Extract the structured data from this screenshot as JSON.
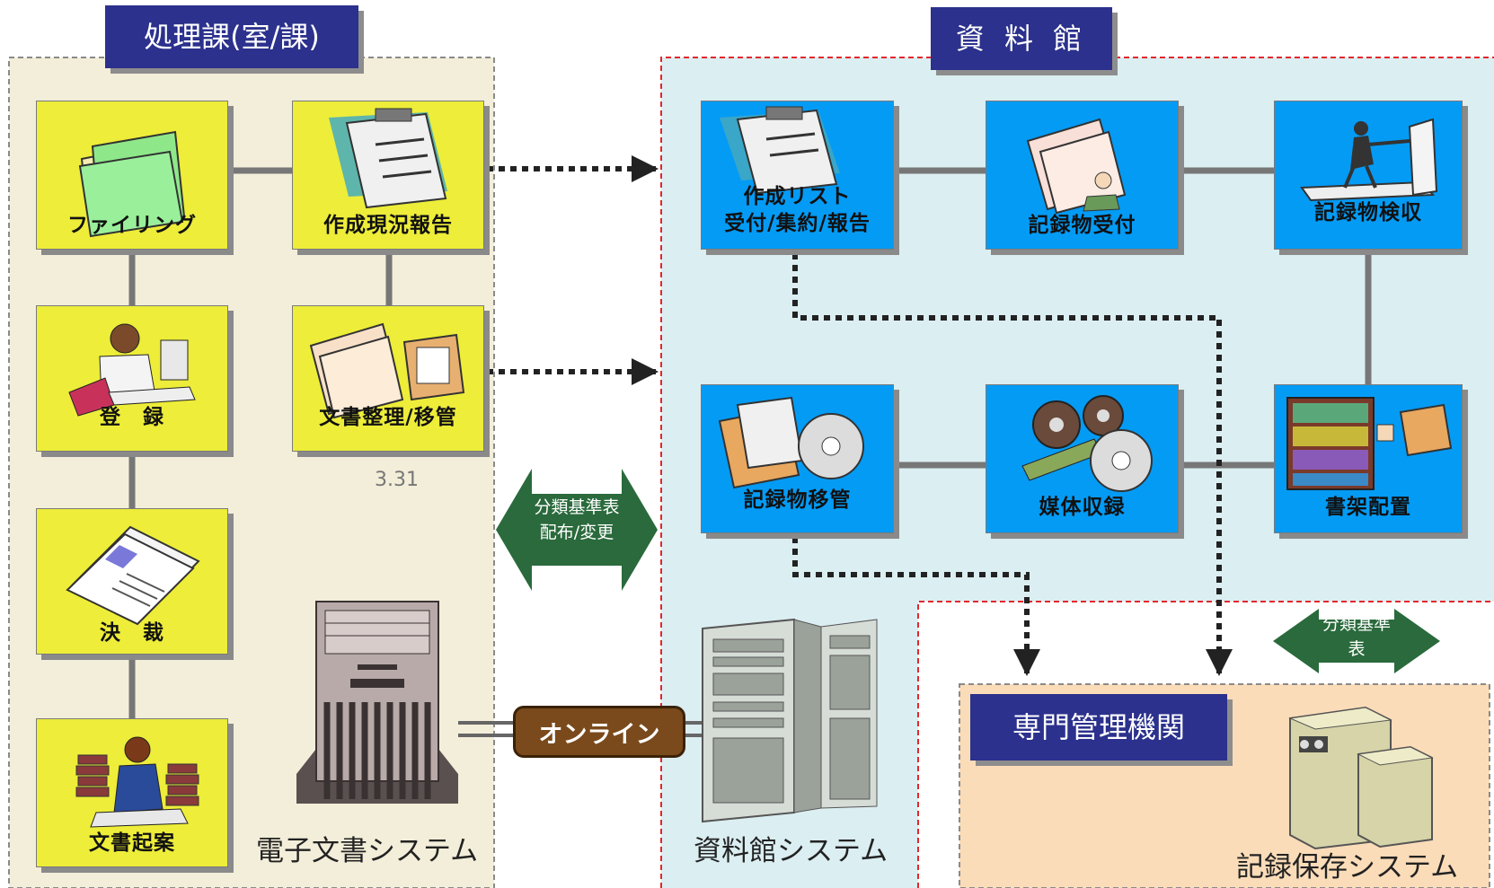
{
  "sections": {
    "shori": "処理課(室/課)",
    "shiryokan": "資 料 館",
    "senmon": "専門管理機関"
  },
  "process_boxes": [
    {
      "label": "ファイリング",
      "icon": "folder-icon"
    },
    {
      "label": "作成現況報告",
      "icon": "clipboard-icon"
    },
    {
      "label": "登　録",
      "icon": "office-worker-icon"
    },
    {
      "label": "文書整理/移管",
      "icon": "document-bundle-icon"
    },
    {
      "label": "決　裁",
      "icon": "newspaper-icon"
    },
    {
      "label": "文書起案",
      "icon": "writing-person-icon"
    }
  ],
  "archive_boxes": [
    {
      "label": "作成リスト\n受付/集約/報告",
      "icon": "clipboard-icon"
    },
    {
      "label": "記録物受付",
      "icon": "papers-icon"
    },
    {
      "label": "記録物検収",
      "icon": "book-climber-icon"
    },
    {
      "label": "記録物移管",
      "icon": "clipboard-disc-icon"
    },
    {
      "label": "媒体収録",
      "icon": "film-reel-disc-icon"
    },
    {
      "label": "書架配置",
      "icon": "bookshelf-icon"
    }
  ],
  "date_note": "3.31",
  "exchange_arrows": [
    {
      "text": "分類基準表\n配布/変更"
    },
    {
      "text": "分類基準表\n配布/変更"
    }
  ],
  "systems": {
    "electronic": "電子文書システム",
    "archive": "資料館システム",
    "records": "記録保存システム"
  },
  "online_label": "オンライン",
  "colors": {
    "header_bg": "#2b318c",
    "process_box": "#eded3a",
    "archive_box": "#049bf5",
    "region_left_bg": "#f3eed9",
    "region_right_bg": "#dbeef2",
    "region_senmon_bg": "#fbdcb9",
    "exchange_arrow": "#2a6a3c",
    "online_badge": "#7a4a1c"
  }
}
